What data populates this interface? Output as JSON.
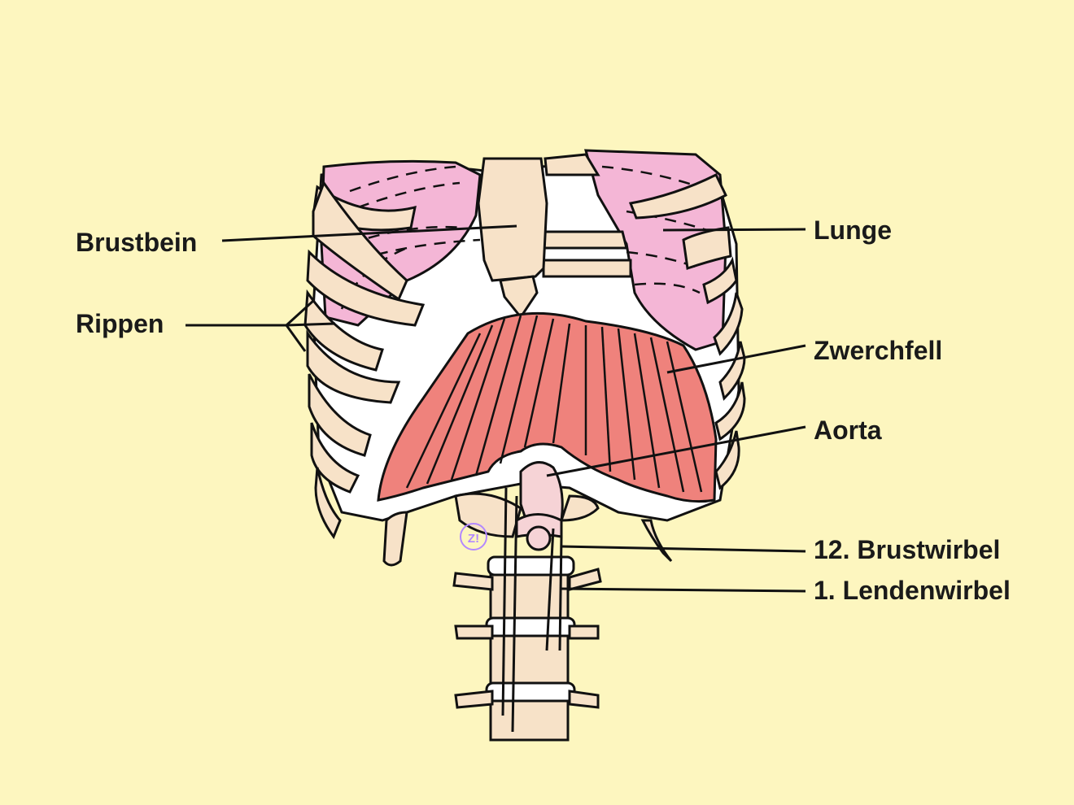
{
  "labels": {
    "brustbein": "Brustbein",
    "rippen": "Rippen",
    "lunge": "Lunge",
    "zwerchfell": "Zwerchfell",
    "aorta": "Aorta",
    "brustwirbel": "12. Brustwirbel",
    "lendenwirbel": "1. Lendenwirbel"
  },
  "logo": {
    "text": "Z!"
  },
  "colors": {
    "background": "#fdf6bf",
    "bone": "#f7e2c8",
    "lung": "#f4b6d6",
    "diaphragm": "#ef827c",
    "aorta": "#f6d3d6",
    "outline": "#111111",
    "logo": "#b388ff"
  }
}
